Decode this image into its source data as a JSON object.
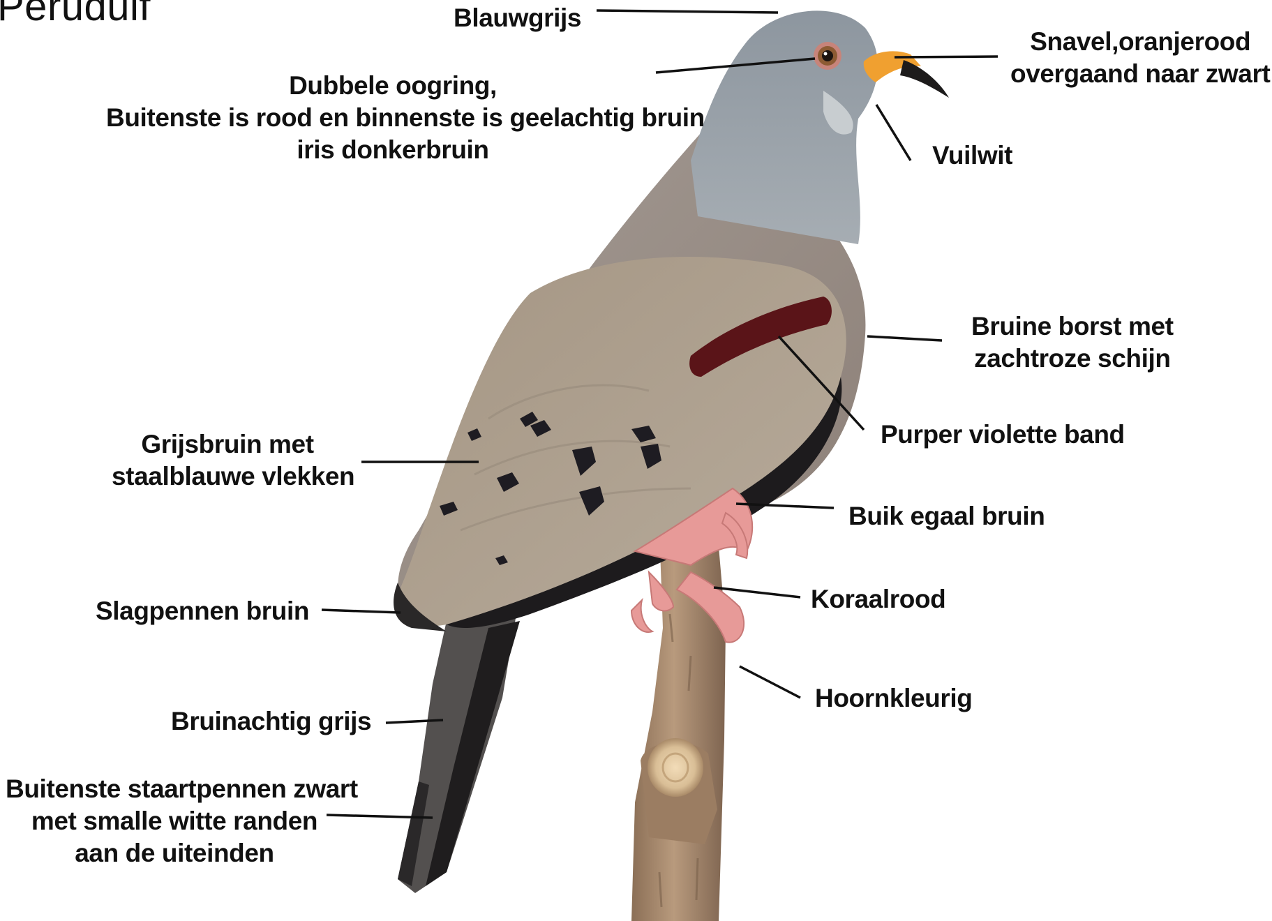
{
  "title": "Peruduif",
  "labels": {
    "blauwgrijs": [
      "Blauwgrijs"
    ],
    "snavel": [
      "Snavel,oranjerood",
      "overgaand naar zwart"
    ],
    "oogring": [
      "Dubbele oogring,",
      "Buitenste is rood en binnenste is geelachtig bruin",
      "iris donkerbruin"
    ],
    "vuilwit": [
      "Vuilwit"
    ],
    "borst": [
      "Bruine borst met",
      "zachtroze schijn"
    ],
    "band": [
      "Purper violette band"
    ],
    "vleugel": [
      "Grijsbruin met",
      "staalblauwe vlekken"
    ],
    "buik": [
      "Buik egaal bruin"
    ],
    "poten": [
      "Koraalrood"
    ],
    "slagpennen": [
      "Slagpennen bruin"
    ],
    "nagels": [
      "Hoornkleurig"
    ],
    "staart": [
      "Bruinachtig grijs"
    ],
    "staartpennen": [
      "Buitenste staartpennen zwart",
      "met smalle witte randen",
      "aan de uiteinden"
    ]
  },
  "colors": {
    "head": "#9aa3ab",
    "body": "#9c8f85",
    "wing": "#a89a88",
    "wing_band": "#5a1418",
    "spots": "#1e1c22",
    "beak": "#f0a030",
    "feet": "#e79a98",
    "branch": "#a88a6e",
    "leader_lines": "#111111"
  }
}
